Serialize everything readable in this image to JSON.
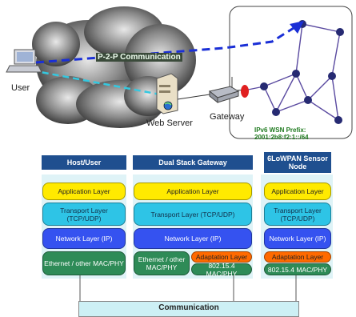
{
  "top": {
    "user_label": "User",
    "p2p_label": "P-2-P Communication",
    "web_server_label": "Web Server",
    "gateway_label": "Gateway",
    "wsn_prefix": "IPv6 WSN Prefix: 2001:2b8:f2:1::/64"
  },
  "stacks": [
    {
      "header": "Host/User",
      "layers": [
        "Application Layer",
        "Transport Layer (TCP/UDP)",
        "Network Layer (IP)",
        "Ethernet / other MAC/PHY"
      ]
    },
    {
      "header": "Dual Stack Gateway",
      "layers": [
        "Application Layer",
        "Transport Layer (TCP/UDP)",
        "Network Layer (IP)",
        "Ethernet / other MAC/PHY",
        "Adaptation Layer",
        "802.15.4 MAC/PHY"
      ]
    },
    {
      "header": "6LoWPAN Sensor Node",
      "layers": [
        "Application Layer",
        "Transport Layer (TCP/UDP)",
        "Network Layer (IP)",
        "Adaptation Layer",
        "802.15.4 MAC/PHY"
      ]
    }
  ],
  "bottom": {
    "communication_label": "Communication"
  },
  "colors": {
    "header": "#1f4f8f",
    "application": "#ffea00",
    "transport": "#2ec4e6",
    "network": "#3552f0",
    "ethernet": "#2e8b57",
    "adaptation": "#ff6a00",
    "p2p_line": "#1a2fd6",
    "wsn_text": "#1f7a1f"
  }
}
